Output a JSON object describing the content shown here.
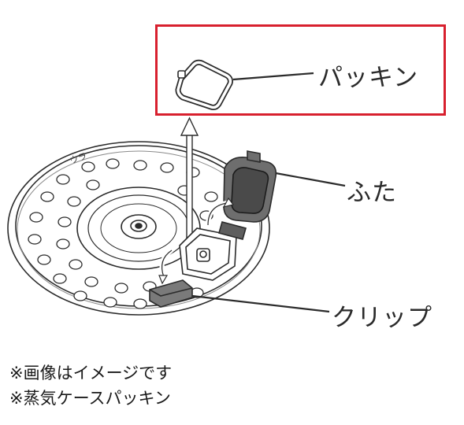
{
  "labels": {
    "gasket": "パッキン",
    "lid": "ふた",
    "clip": "クリップ"
  },
  "plate_marking": "ウラ",
  "notes": {
    "note1": "※画像はイメージです",
    "note2": "※蒸気ケースパッキン"
  },
  "colors": {
    "highlight_border": "#d8202e",
    "line": "#2b2b2b",
    "lid_fill": "#6b6b6b",
    "clip_fill": "#7a7a7a"
  }
}
